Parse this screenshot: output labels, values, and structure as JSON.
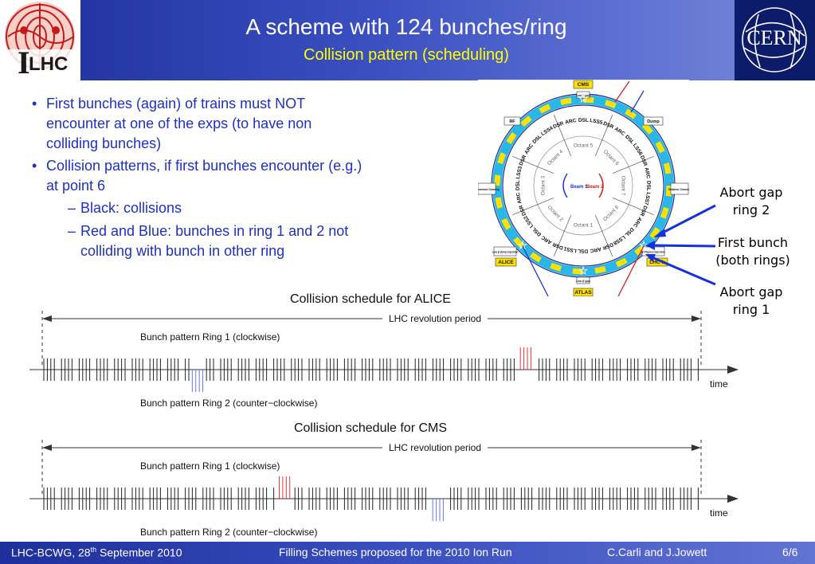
{
  "header": {
    "title": "A scheme with 124 bunches/ring",
    "subtitle": "Collision pattern (scheduling)",
    "logo_left": "LHC",
    "logo_right": "CERN"
  },
  "bullets": [
    {
      "level": 1,
      "text": "First bunches (again) of trains must NOT encounter at one of the exps (to have non colliding bunches)"
    },
    {
      "level": 1,
      "text": "Collision patterns, if first bunches encounter (e.g.) at point 6"
    },
    {
      "level": 2,
      "text": "Black: collisions"
    },
    {
      "level": 2,
      "text": "Red and Blue: bunches in ring 1 and 2 not colliding with bunch in other ring"
    }
  ],
  "ring_diagram": {
    "labels": {
      "cms": "CMS",
      "atlas": "ATLAS",
      "alice": "ALICE",
      "lhcb": "LHC-b",
      "rf": "RF",
      "dump": "Dump",
      "momentum": "Momentum Cleaning",
      "betatron": "Betatron Cleaning",
      "beam1": "Beam 1",
      "beam2": "Beam 2",
      "lowb": "Low β (pp)",
      "inj_alice": "Low β (Ions) Injection",
      "inj_lhcb": "B Physics Injection",
      "octants": [
        "Octant 1",
        "Octant 2",
        "Octant 3",
        "Octant 4",
        "Octant 5",
        "Octant 6",
        "Octant 7",
        "Octant 8"
      ],
      "sectors": [
        "ARC",
        "DSL",
        "LSS5",
        "DSR",
        "ARC",
        "DSL",
        "LSS6",
        "DSR",
        "ARC",
        "DSL",
        "LSS7",
        "DSR",
        "ARC",
        "DSL",
        "LSS8",
        "DSR",
        "ARC",
        "DSL",
        "LSS1",
        "DSR",
        "ARC",
        "DSL",
        "LSS2",
        "DSR",
        "ARC",
        "DSL",
        "LSS3",
        "DSR",
        "ARC",
        "DSL",
        "LSS4",
        "DSR"
      ]
    }
  },
  "callouts": {
    "abort_ring2": [
      "Abort gap",
      "ring 2"
    ],
    "first_bunch": [
      "First bunch",
      "(both rings)"
    ],
    "abort_ring1": [
      "Abort gap",
      "ring 1"
    ]
  },
  "schedules": [
    {
      "title": "Collision schedule for ALICE",
      "period_label": "LHC revolution period",
      "ring1_label": "Bunch pattern Ring 1 (clockwise)",
      "ring2_label": "Bunch pattern Ring 2 (counter−clockwise)",
      "time_label": "time",
      "red_fraction": 0.733,
      "blue_fraction": 0.235
    },
    {
      "title": "Collision schedule for CMS",
      "period_label": "LHC revolution period",
      "ring1_label": "Bunch pattern Ring 1 (clockwise)",
      "ring2_label": "Bunch pattern Ring 2 (counter−clockwise)",
      "time_label": "time",
      "red_fraction": 0.367,
      "blue_fraction": 0.6
    }
  ],
  "footer": {
    "left": "LHC-BCWG, 28",
    "left_sup": "th",
    "left_rest": " September 2010",
    "center": "Filling Schemes proposed for the 2010 Ion Run",
    "authors": "C.Carli and J.Jowett",
    "page": "6/6"
  },
  "colors": {
    "header_blue": "#1d2f9a",
    "subtitle_yellow": "#ffff00",
    "bullet_blue": "#1e2fc4",
    "ring_cyan": "#29b6e8",
    "ring_yellow": "#ffe000",
    "ring1_red": "#ee3333",
    "ring2_blue": "#6677ee"
  }
}
